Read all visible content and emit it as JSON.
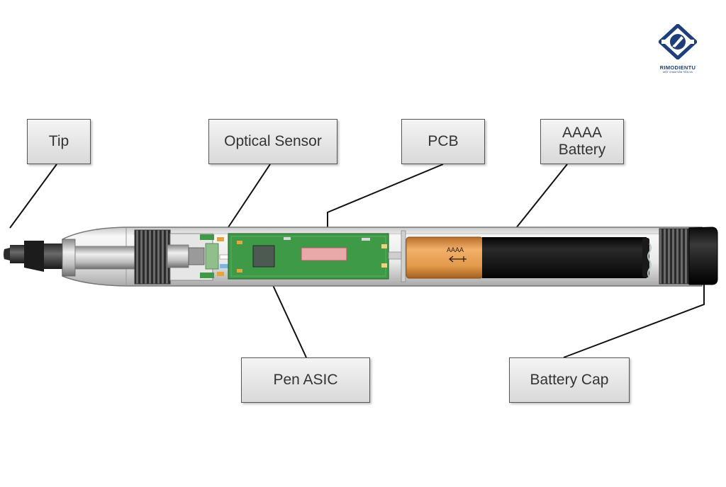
{
  "logo": {
    "brand": "RIMODIENTU",
    "tagline": "MỘT CHẠM SẴN TIỀN XA",
    "icon": "diamond-pen-logo-icon",
    "color": "#1f3f7a"
  },
  "labels": {
    "tip": "Tip",
    "optical_sensor": "Optical Sensor",
    "pcb": "PCB",
    "battery_line1": "AAAA",
    "battery_line2": "Battery",
    "pen_asic": "Pen ASIC",
    "battery_cap": "Battery Cap"
  },
  "battery_print": "AAAA",
  "colors": {
    "pcb_green": "#3f9a48",
    "battery_orange": "#e39a4b",
    "battery_black": "#151515",
    "callout_border": "#555555"
  }
}
